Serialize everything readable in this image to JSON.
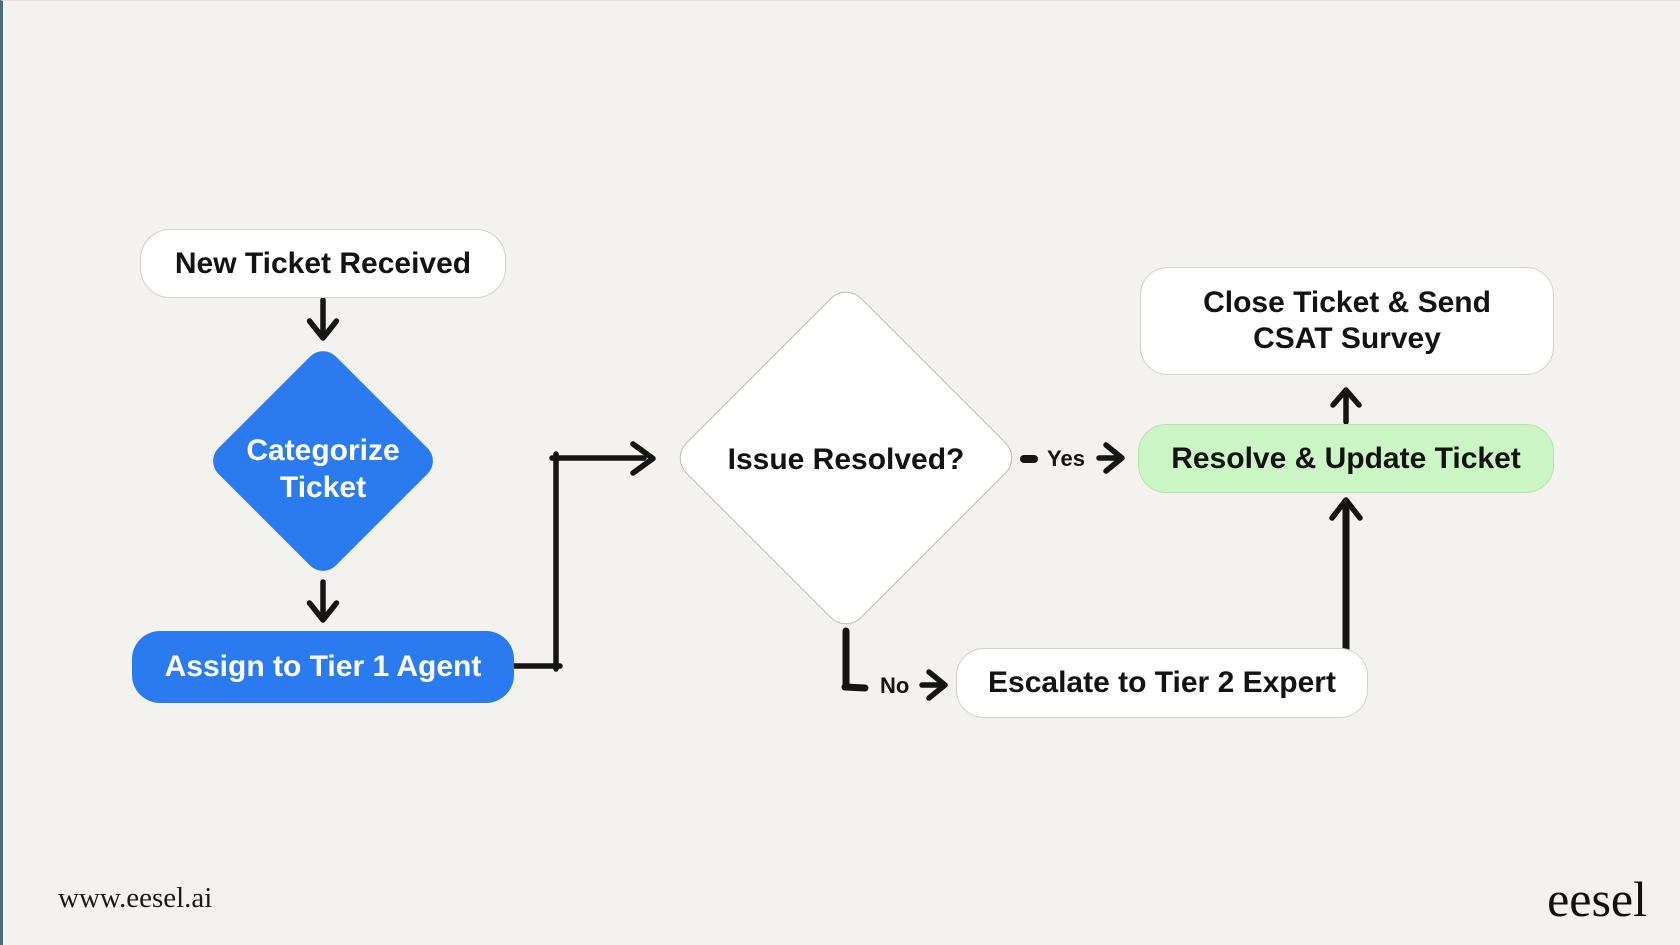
{
  "page": {
    "background_color": "#f4f2ee",
    "left_edge_color": "#4d6a74"
  },
  "flowchart": {
    "nodes": {
      "new_ticket": {
        "label": "New Ticket Received",
        "fill": "#ffffff"
      },
      "categorize": {
        "line1": "Categorize",
        "line2": "Ticket",
        "fill": "#2b7bf0"
      },
      "assign": {
        "label": "Assign to Tier 1 Agent",
        "fill": "#2b7bf0"
      },
      "issue": {
        "label": "Issue Resolved?",
        "fill": "#ffffff"
      },
      "close": {
        "line1": "Close Ticket & Send",
        "line2": "CSAT Survey",
        "fill": "#ffffff"
      },
      "resolve": {
        "label": "Resolve & Update Ticket",
        "fill": "#ccf5c5"
      },
      "escalate": {
        "label": "Escalate to Tier 2 Expert",
        "fill": "#ffffff"
      }
    },
    "edge_labels": {
      "yes": "Yes",
      "no": "No"
    },
    "colors": {
      "arrow": "#151515",
      "node_blue": "#2b7bf0",
      "node_green": "#ccf5c5",
      "node_border_gray": "#d2d0cc"
    }
  },
  "footer": {
    "website_url": "www.eesel.ai",
    "brand_logo": "eesel"
  }
}
